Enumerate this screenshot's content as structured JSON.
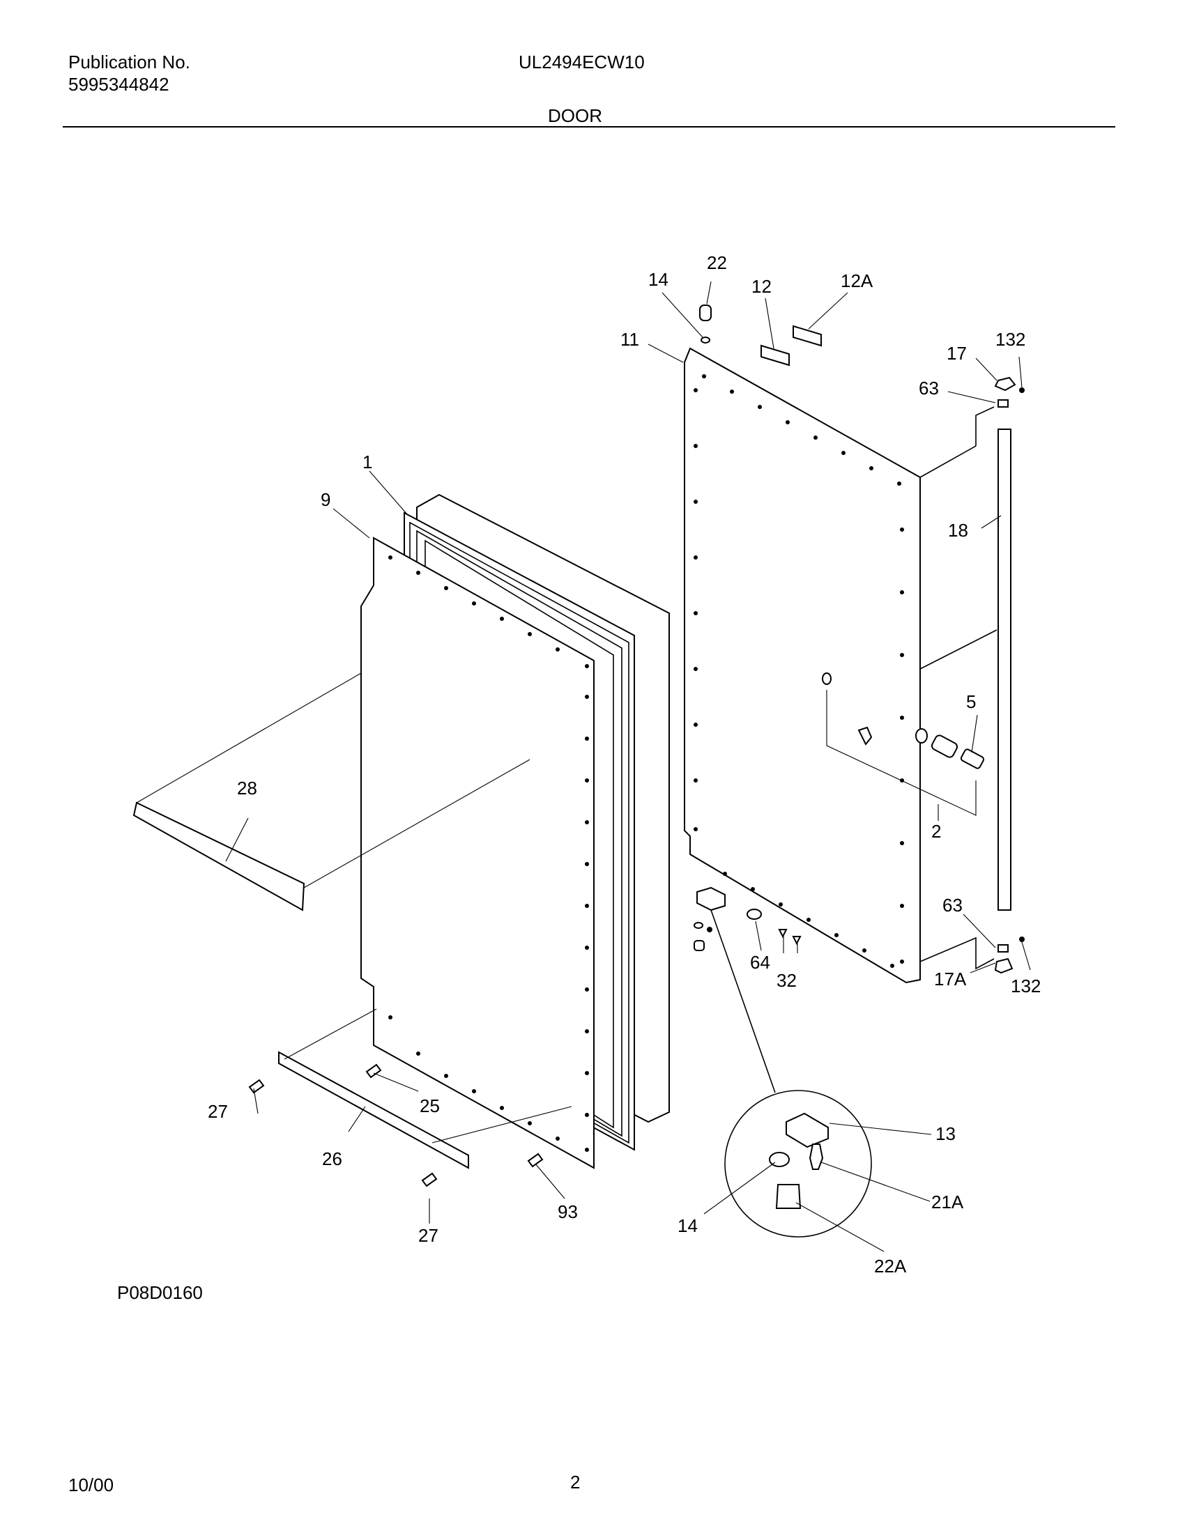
{
  "header": {
    "publication_label": "Publication No.",
    "publication_number": "5995344842",
    "model": "UL2494ECW10",
    "section_title": "DOOR"
  },
  "diagram": {
    "code": "P08D0160",
    "callouts": {
      "c1": "1",
      "c2": "2",
      "c5": "5",
      "c9": "9",
      "c11": "11",
      "c12": "12",
      "c12a": "12A",
      "c13": "13",
      "c14a": "14",
      "c14b": "14",
      "c17": "17",
      "c17a": "17A",
      "c18": "18",
      "c21a": "21A",
      "c22": "22",
      "c22a": "22A",
      "c25": "25",
      "c26": "26",
      "c27a": "27",
      "c27b": "27",
      "c28": "28",
      "c32": "32",
      "c63a": "63",
      "c63b": "63",
      "c64": "64",
      "c93": "93",
      "c132a": "132",
      "c132b": "132"
    }
  },
  "footer": {
    "date": "10/00",
    "page": "2"
  }
}
